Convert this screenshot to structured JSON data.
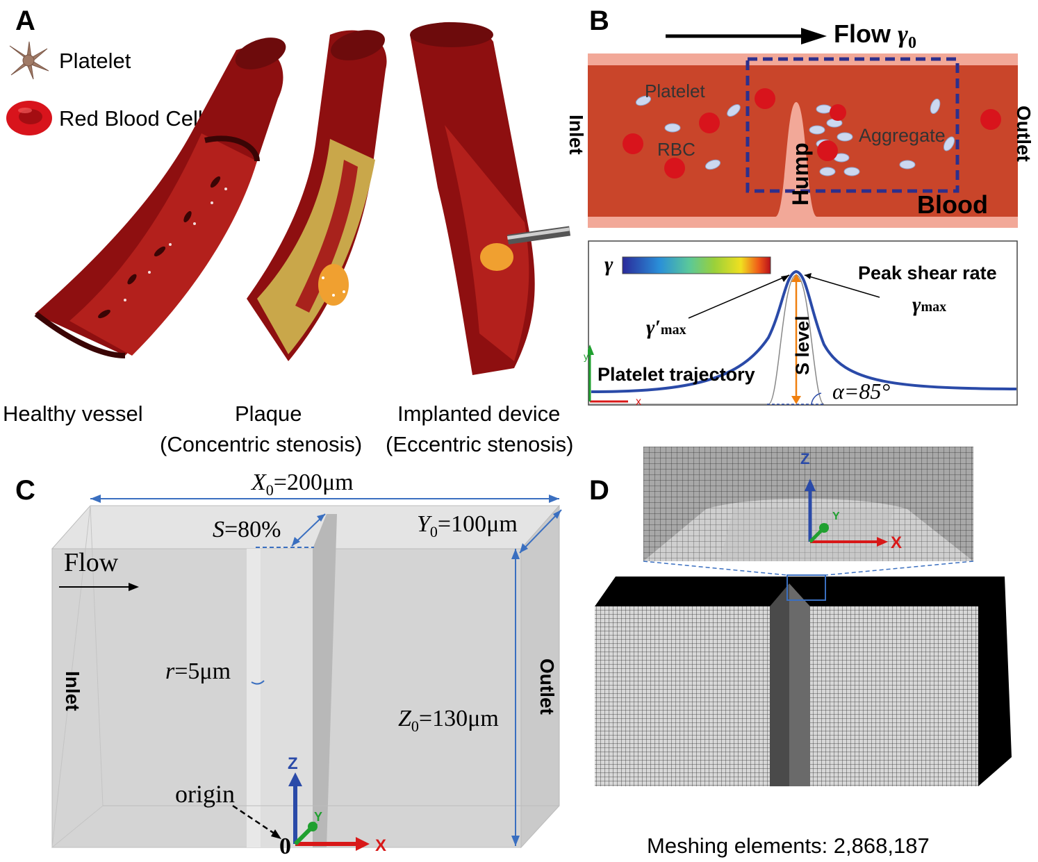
{
  "panel_a": {
    "label": "A",
    "legend": [
      {
        "icon": "platelet-icon",
        "label": "Platelet"
      },
      {
        "icon": "red-blood-cell-icon",
        "label": "Red Blood Cell"
      }
    ],
    "vessels": [
      {
        "caption": "Healthy vessel",
        "subcaption": ""
      },
      {
        "caption": "Plaque",
        "subcaption": "(Concentric stenosis)"
      },
      {
        "caption": "Implanted device",
        "subcaption": "(Eccentric stenosis)"
      }
    ],
    "colors": {
      "vessel": "#8e0f10",
      "vessel_inner": "#b3201c",
      "plaque": "#c9a74a",
      "aggregate": "#f0a030"
    }
  },
  "panel_b": {
    "label": "B",
    "flow_label": "Flow",
    "flow_symbol": "γ",
    "flow_subscript": "0",
    "inlet": "Inlet",
    "outlet": "Outlet",
    "platelet": "Platelet",
    "rbc": "RBC",
    "hump": "Hump",
    "aggregate": "Aggregate",
    "blood": "Blood",
    "colorbar_symbol": "γ",
    "peak_shear_rate": "Peak shear rate",
    "gamma_max_prime": "γ′",
    "gamma_max_prime_sub": "max",
    "gamma_max": "γ",
    "gamma_max_sub": "max",
    "s_level": "S level",
    "platelet_trajectory": "Platelet trajectory",
    "alpha": "α=85°",
    "axis_x": "x",
    "axis_y": "y",
    "colors": {
      "channel": "#c9452a",
      "wall": "#f2a898",
      "dashed_box": "#2d2f8c",
      "trajectory": "#2a4aa8"
    }
  },
  "panel_c": {
    "label": "C",
    "x0_var": "X",
    "x0_sub": "0",
    "x0_value": "=200μm",
    "y0_var": "Y",
    "y0_sub": "0",
    "y0_value": "=100μm",
    "z0_var": "Z",
    "z0_sub": "0",
    "z0_value": "=130μm",
    "s_var": "S",
    "s_value": "=80%",
    "r_var": "r",
    "r_value": "=5μm",
    "flow": "Flow",
    "inlet": "Inlet",
    "outlet": "Outlet",
    "origin": "origin",
    "zero": "0",
    "axis_x": "X",
    "axis_y": "Y",
    "axis_z": "Z",
    "colors": {
      "box": "#d4d4d4",
      "dimension": "#3a6fc0"
    }
  },
  "panel_d": {
    "label": "D",
    "meshing_label": "Meshing elements: 2,868,187",
    "axis_x": "X",
    "axis_y": "Y",
    "axis_z": "Z"
  }
}
